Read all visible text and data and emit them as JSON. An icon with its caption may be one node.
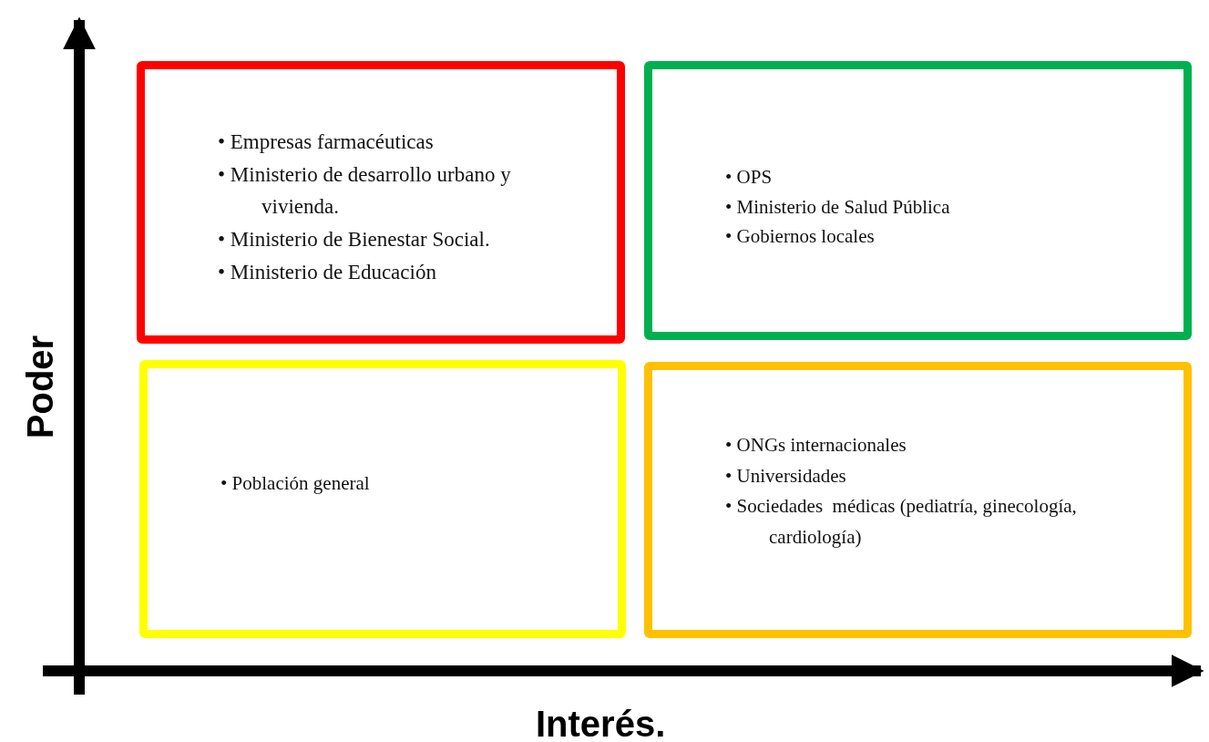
{
  "diagram": {
    "nodes": [
      {
        "text": [
          "• Empresas farmacéuticas",
          "• Ministerio de desarrollo urbano y vivienda.",
          "• Ministerio de Bienestar Social.",
          "• Ministerio de Educación"
        ]
      },
      {
        "text": [
          "• OPS",
          "• Ministerio de Salud Pública",
          "• Gobiernos locales"
        ]
      },
      {
        "text": [
          "• Población general"
        ]
      },
      {
        "text": [
          "• ONGs internacionales",
          "• Universidades",
          "• Sociedades  médicas (pediatría, ginecología, cardiología)"
        ]
      }
    ],
    "labels": [
      "Poder",
      "Interés."
    ]
  }
}
